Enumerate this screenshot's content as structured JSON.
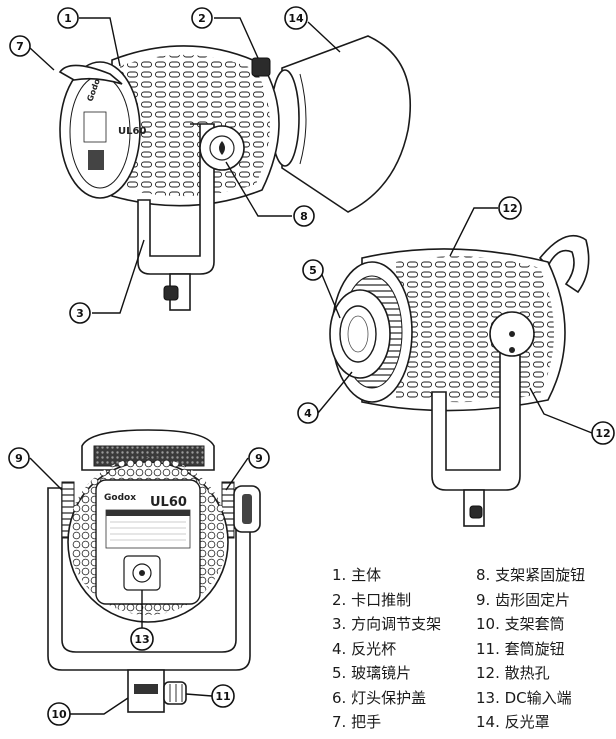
{
  "brand": "Godox",
  "model": "UL60",
  "callouts": {
    "c1": "1",
    "c2": "2",
    "c3": "3",
    "c4": "4",
    "c5": "5",
    "c7": "7",
    "c8": "8",
    "c9a": "9",
    "c9b": "9",
    "c10": "10",
    "c11": "11",
    "c12a": "12",
    "c12b": "12",
    "c13": "13",
    "c14": "14"
  },
  "legend": [
    "1. 主体",
    "8. 支架紧固旋钮",
    "2. 卡口推制",
    "9. 齿形固定片",
    "3. 方向调节支架",
    "10. 支架套筒",
    "4. 反光杯",
    "11. 套筒旋钮",
    "5. 玻璃镜片",
    "12. 散热孔",
    "6. 灯头保护盖",
    "13. DC输入端",
    "7. 把手",
    "14. 反光罩"
  ]
}
